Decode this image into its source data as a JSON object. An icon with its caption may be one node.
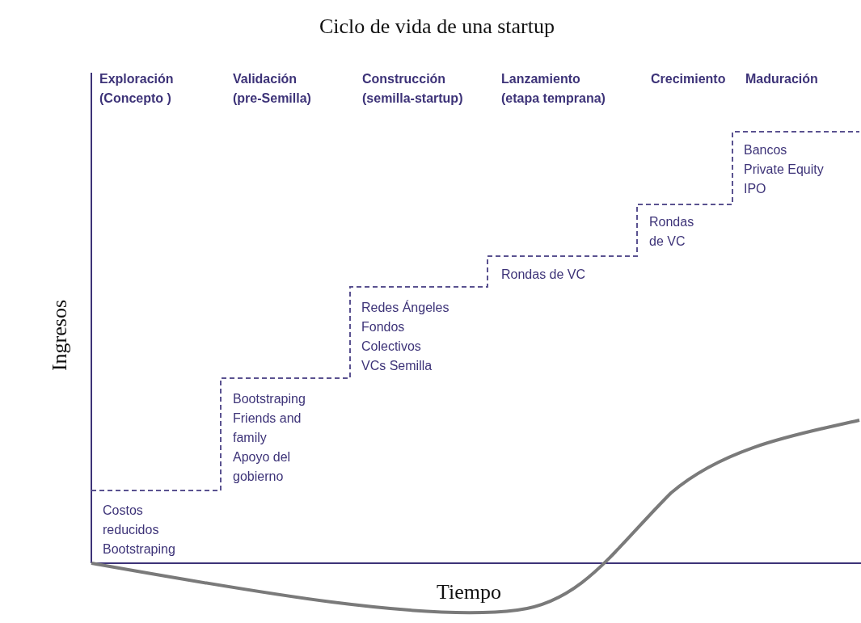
{
  "diagram": {
    "title": "Ciclo de vida de una startup",
    "labels": [
      "Exploración (Concepto )",
      "Validación (pre-Semilla)",
      "Construcción (semilla-startup)",
      "Lanzamiento (etapa temprana)",
      "Crecimiento",
      "Maduración",
      "Costos reducidos",
      "Bootstraping",
      "Bootstraping",
      "Friends and family",
      "Apoyo del gobierno",
      "Redes Ángeles",
      "Fondos Colectivos",
      "VCs Semilla",
      "Rondas de VC",
      "Rondas de VC",
      "Bancos",
      "Private Equity",
      "IPO",
      "Ingresos",
      "Tiempo"
    ]
  }
}
